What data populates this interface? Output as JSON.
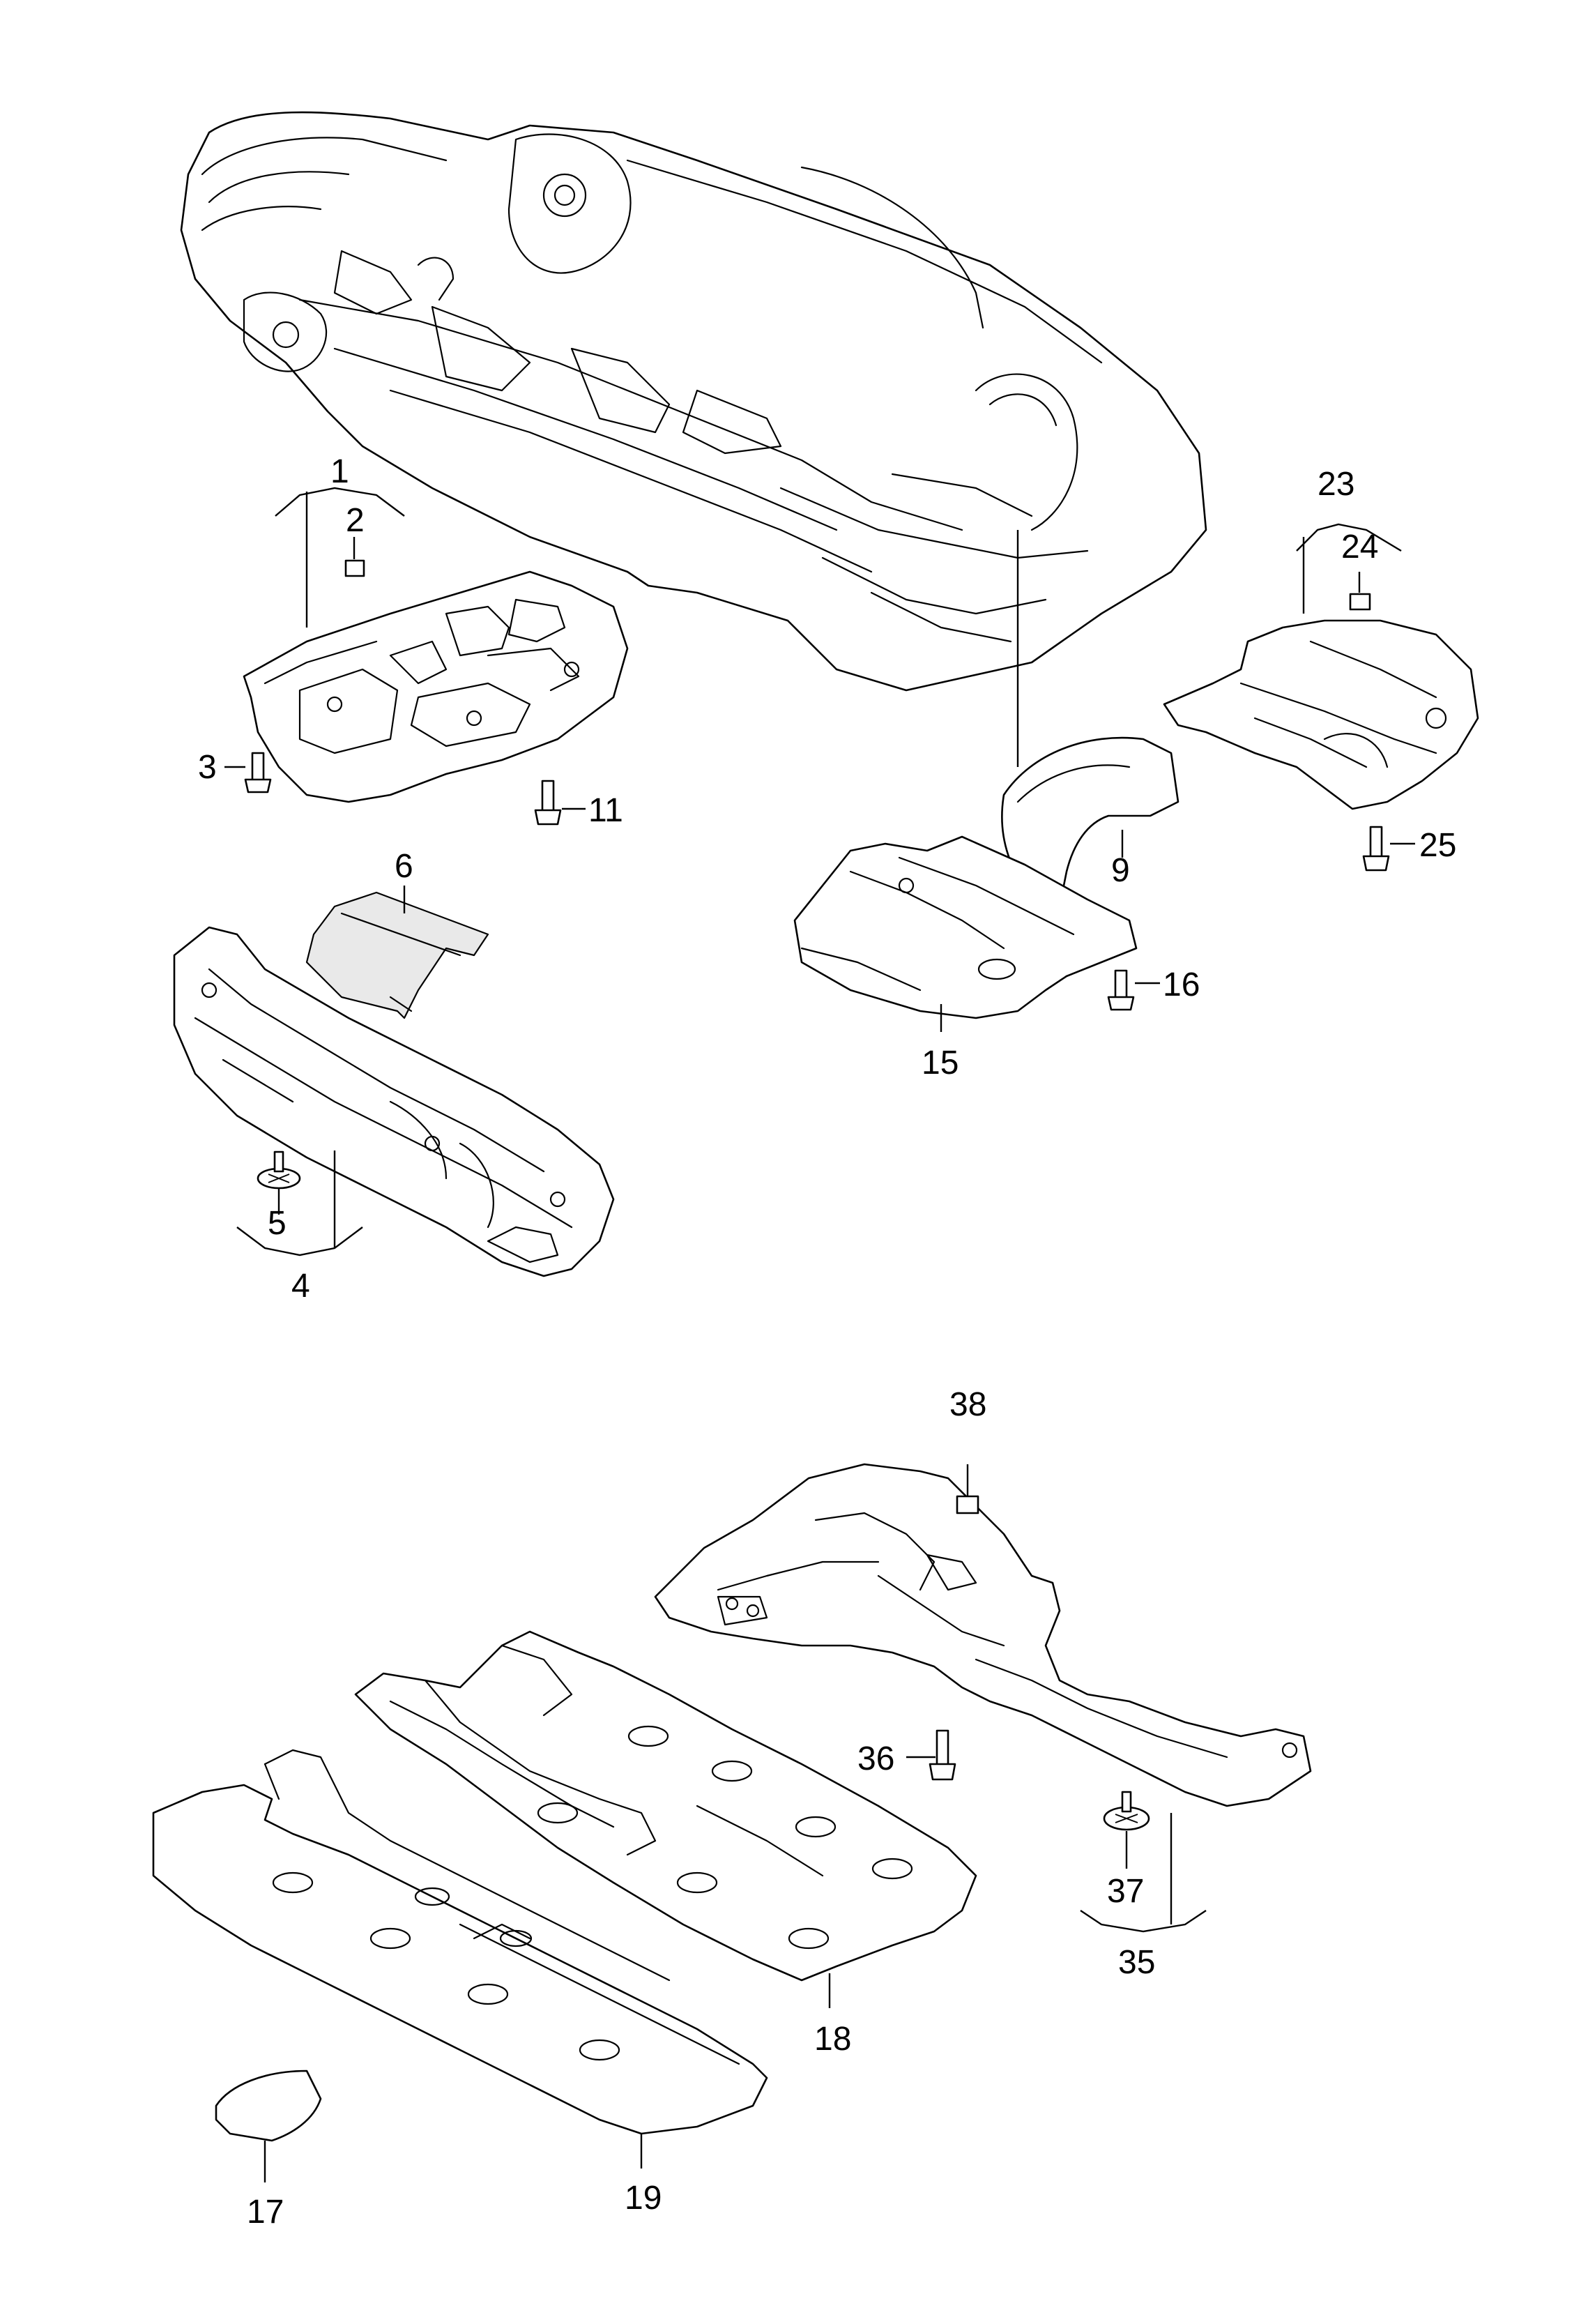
{
  "callouts": {
    "c1": "1",
    "c2": "2",
    "c3": "3",
    "c4": "4",
    "c5": "5",
    "c6": "6",
    "c9": "9",
    "c11": "11",
    "c15": "15",
    "c16": "16",
    "c17": "17",
    "c18": "18",
    "c19": "19",
    "c23": "23",
    "c24": "24",
    "c25": "25",
    "c35": "35",
    "c36": "36",
    "c37": "37",
    "c38": "38"
  }
}
